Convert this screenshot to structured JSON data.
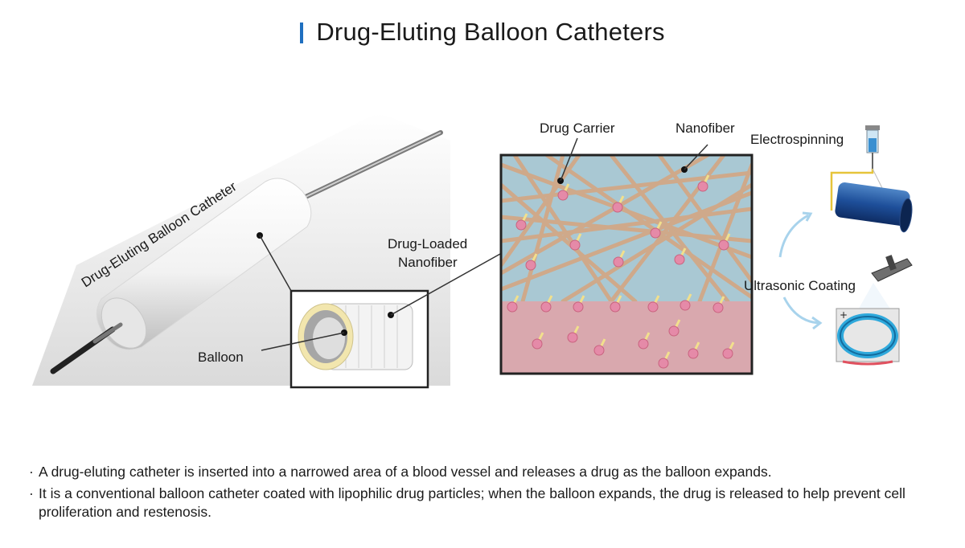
{
  "title": "Drug-Eluting Balloon Catheters",
  "labels": {
    "catheter": "Drug-Eluting Balloon Catheter",
    "balloon": "Balloon",
    "drug_loaded_line1": "Drug-Loaded",
    "drug_loaded_line2": "Nanofiber",
    "drug_carrier": "Drug Carrier",
    "nanofiber": "Nanofiber",
    "electrospinning": "Electrospinning",
    "ultrasonic": "Ultrasonic Coating"
  },
  "notes": [
    "A drug-eluting catheter is inserted into a narrowed area of a blood vessel and releases a drug as the balloon expands.",
    "It is a conventional balloon catheter coated with lipophilic drug particles; when the balloon expands, the drug is released to help prevent cell proliferation and restenosis."
  ],
  "bullet_glyph": "·",
  "colors": {
    "accent": "#1f6fc0",
    "upper_layer": "#a9c8d3",
    "lower_layer": "#d9a8ae",
    "fiber": "#cfa98a",
    "particle": "#e58aa8"
  }
}
